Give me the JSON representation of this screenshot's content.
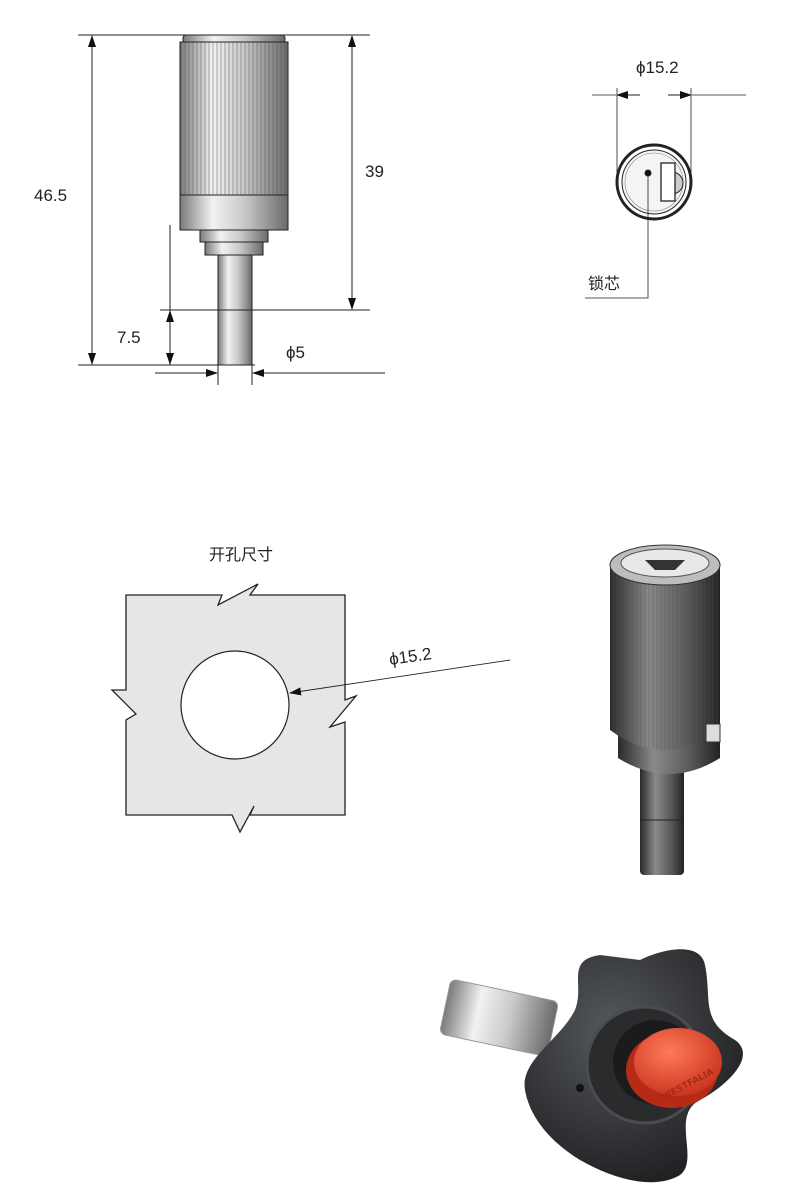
{
  "side_view": {
    "overall_length": "46.5",
    "body_length": "39",
    "shaft_length": "7.5",
    "shaft_diameter": "ϕ5"
  },
  "front_view": {
    "diameter": "ϕ15.2",
    "lock_core_label": "锁芯"
  },
  "cutout": {
    "title": "开孔尺寸",
    "hole_diameter": "ϕ15.2"
  },
  "knob_photo": {
    "brand_logo": "WESTFALIA"
  },
  "colors": {
    "line": "#222222",
    "cutout_fill": "#e6e6e6",
    "knob_body": "#2e3033",
    "knob_cap": "#e8472e"
  }
}
